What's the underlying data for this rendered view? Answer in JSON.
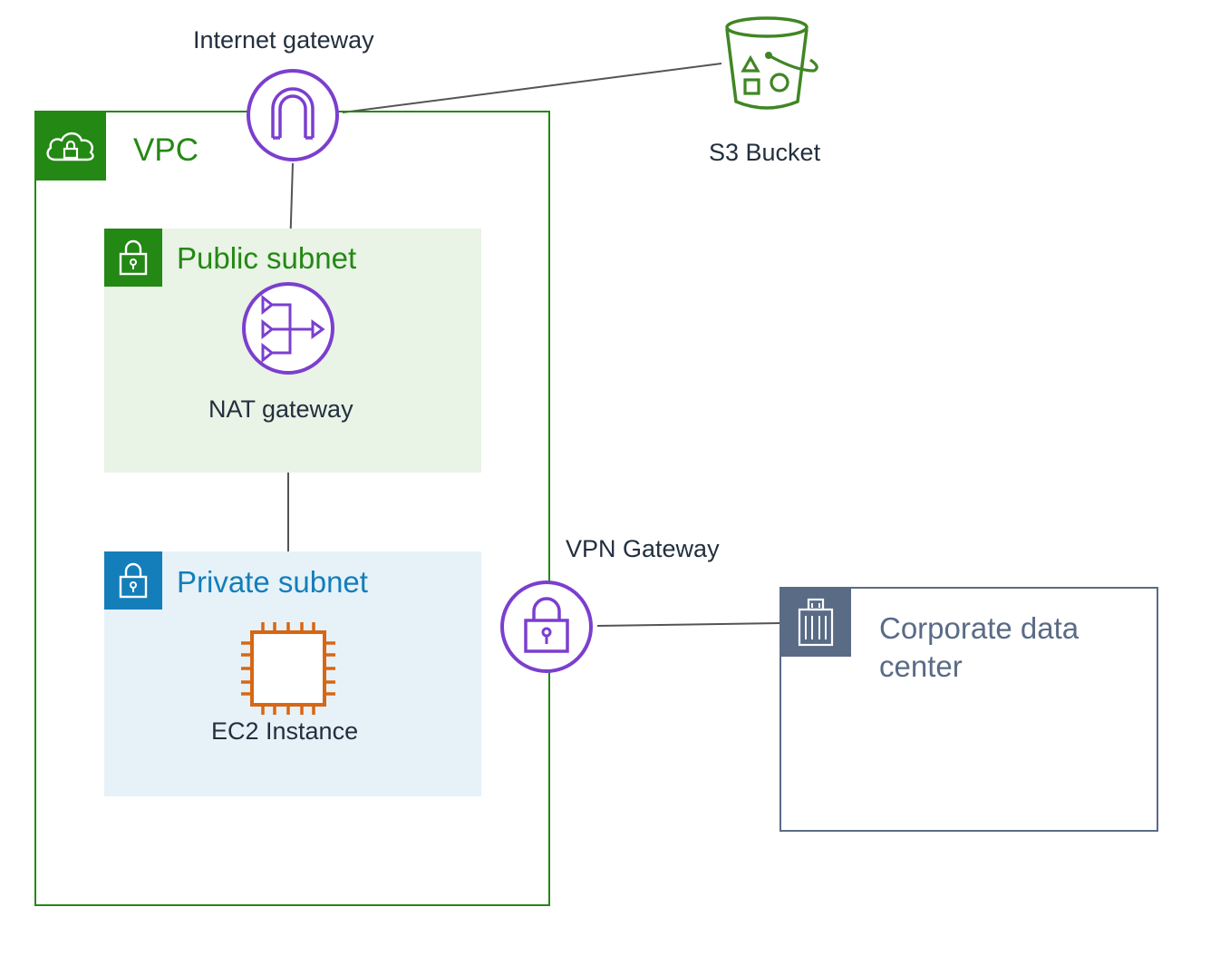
{
  "colors": {
    "vpc": "#248814",
    "public_subnet_fill": "#e9f3e6",
    "private_subnet_fill": "#e6f2f8",
    "private_subnet": "#147eba",
    "gateway": "#7b3fce",
    "ec2": "#d86613",
    "corporate": "#5a6b86",
    "s3": "#3f8624",
    "line": "#545454"
  },
  "vpc": {
    "label": "VPC",
    "icon": "cloud-lock-icon"
  },
  "public_subnet": {
    "label": "Public subnet",
    "icon": "padlock-icon"
  },
  "private_subnet": {
    "label": "Private subnet",
    "icon": "padlock-icon"
  },
  "internet_gateway": {
    "label": "Internet gateway",
    "icon": "internet-gateway-icon"
  },
  "nat_gateway": {
    "label": "NAT gateway",
    "icon": "nat-gateway-icon"
  },
  "ec2_instance": {
    "label": "EC2 Instance",
    "icon": "chip-icon"
  },
  "vpn_gateway": {
    "label": "VPN Gateway",
    "icon": "vpn-lock-icon"
  },
  "s3_bucket": {
    "label": "S3 Bucket",
    "icon": "bucket-icon"
  },
  "corporate_dc": {
    "label_line1": "Corporate data",
    "label_line2": "center",
    "icon": "building-icon"
  }
}
